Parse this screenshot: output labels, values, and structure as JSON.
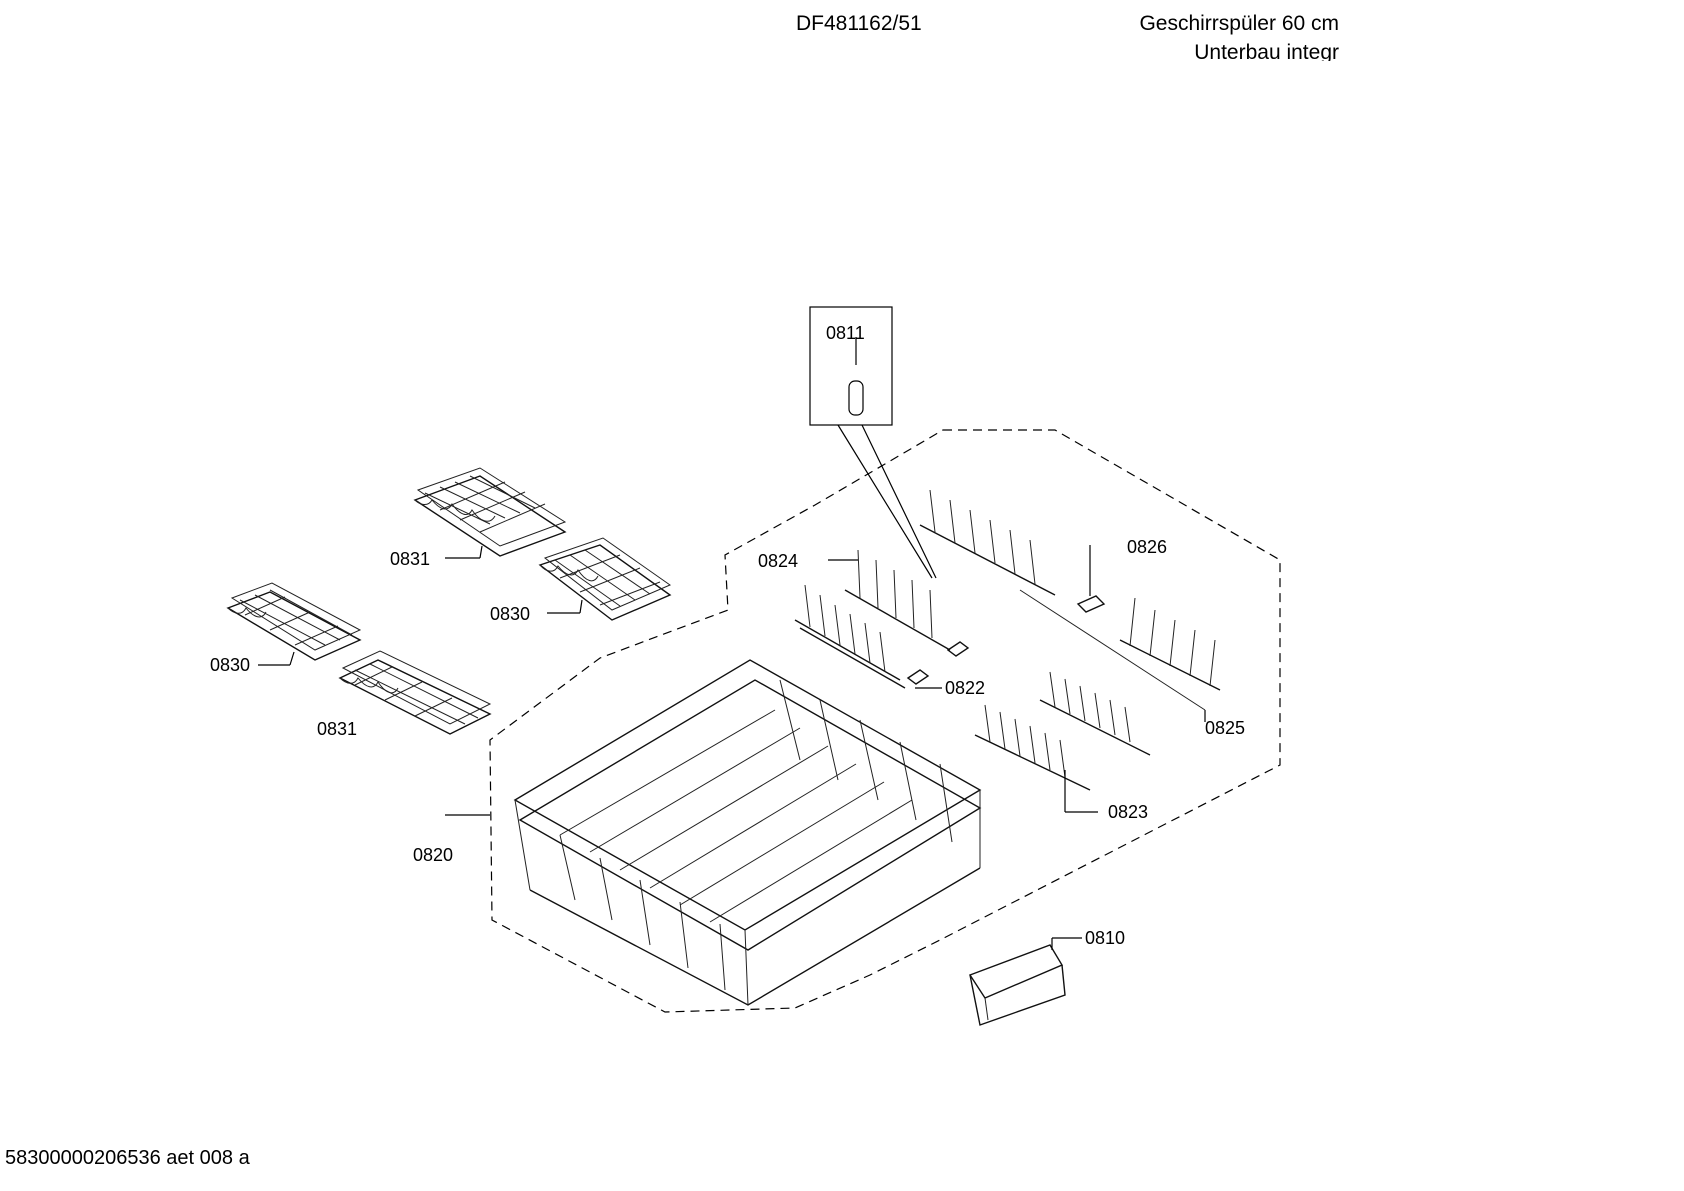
{
  "header": {
    "model": "DF481162/51",
    "title_line1": "Geschirrspüler 60 cm",
    "title_line2": "Unterbau integr"
  },
  "parts": {
    "p0811": "0811",
    "p0824": "0824",
    "p0826": "0826",
    "p0831_top": "0831",
    "p0830_top": "0830",
    "p0830_left": "0830",
    "p0831_bottom": "0831",
    "p0822": "0822",
    "p0825": "0825",
    "p0823": "0823",
    "p0820": "0820",
    "p0810": "0810"
  },
  "footer": {
    "code": "58300000206536 aet 008 a"
  }
}
